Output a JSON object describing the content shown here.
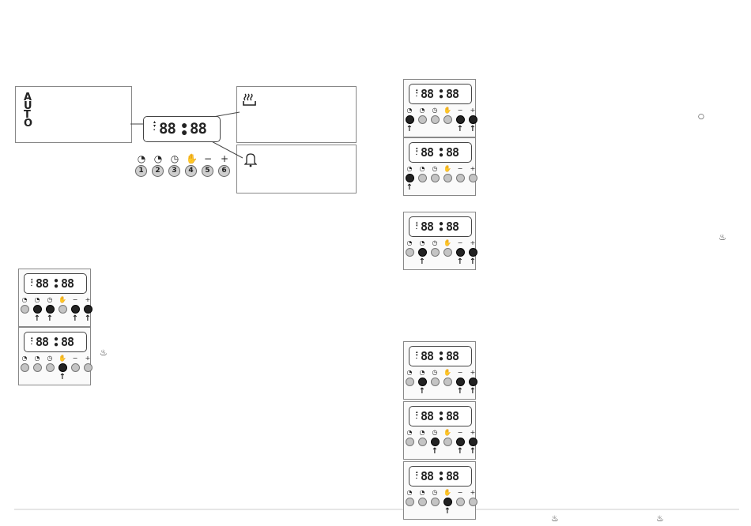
{
  "auto_box": {
    "letters": [
      "A",
      "U",
      "T",
      "O"
    ]
  },
  "main_display": {
    "digits_left": "88",
    "digits_right": "88"
  },
  "button_symbols": [
    "◔",
    "◔",
    "◷",
    "✋",
    "−",
    "+"
  ],
  "button_numbers": [
    "1",
    "2",
    "3",
    "4",
    "5",
    "6"
  ],
  "panel_display": {
    "left": "88",
    "right": "88"
  },
  "panels": [
    {
      "states": [
        "light",
        "dark",
        "dark",
        "light",
        "dark",
        "dark"
      ],
      "arrows": [
        false,
        true,
        true,
        false,
        true,
        true
      ]
    },
    {
      "states": [
        "light",
        "light",
        "light",
        "dark",
        "light",
        "light"
      ],
      "arrows": [
        false,
        false,
        false,
        true,
        false,
        false
      ]
    },
    {
      "states": [
        "dark",
        "light",
        "light",
        "light",
        "dark",
        "dark"
      ],
      "arrows": [
        true,
        false,
        false,
        false,
        true,
        true
      ]
    },
    {
      "states": [
        "dark",
        "light",
        "light",
        "light",
        "light",
        "light"
      ],
      "arrows": [
        true,
        false,
        false,
        false,
        false,
        false
      ]
    },
    {
      "states": [
        "light",
        "dark",
        "light",
        "light",
        "dark",
        "dark"
      ],
      "arrows": [
        false,
        true,
        false,
        false,
        true,
        true
      ]
    },
    {
      "states": [
        "light",
        "dark",
        "light",
        "light",
        "dark",
        "dark"
      ],
      "arrows": [
        false,
        true,
        false,
        false,
        true,
        true
      ]
    },
    {
      "states": [
        "light",
        "light",
        "dark",
        "light",
        "dark",
        "dark"
      ],
      "arrows": [
        false,
        false,
        true,
        false,
        true,
        true
      ]
    },
    {
      "states": [
        "light",
        "light",
        "light",
        "dark",
        "light",
        "light"
      ],
      "arrows": [
        false,
        false,
        false,
        true,
        false,
        false
      ]
    }
  ],
  "icons": {
    "heat": "♨",
    "bell": "⍾",
    "clock_small": "○"
  }
}
